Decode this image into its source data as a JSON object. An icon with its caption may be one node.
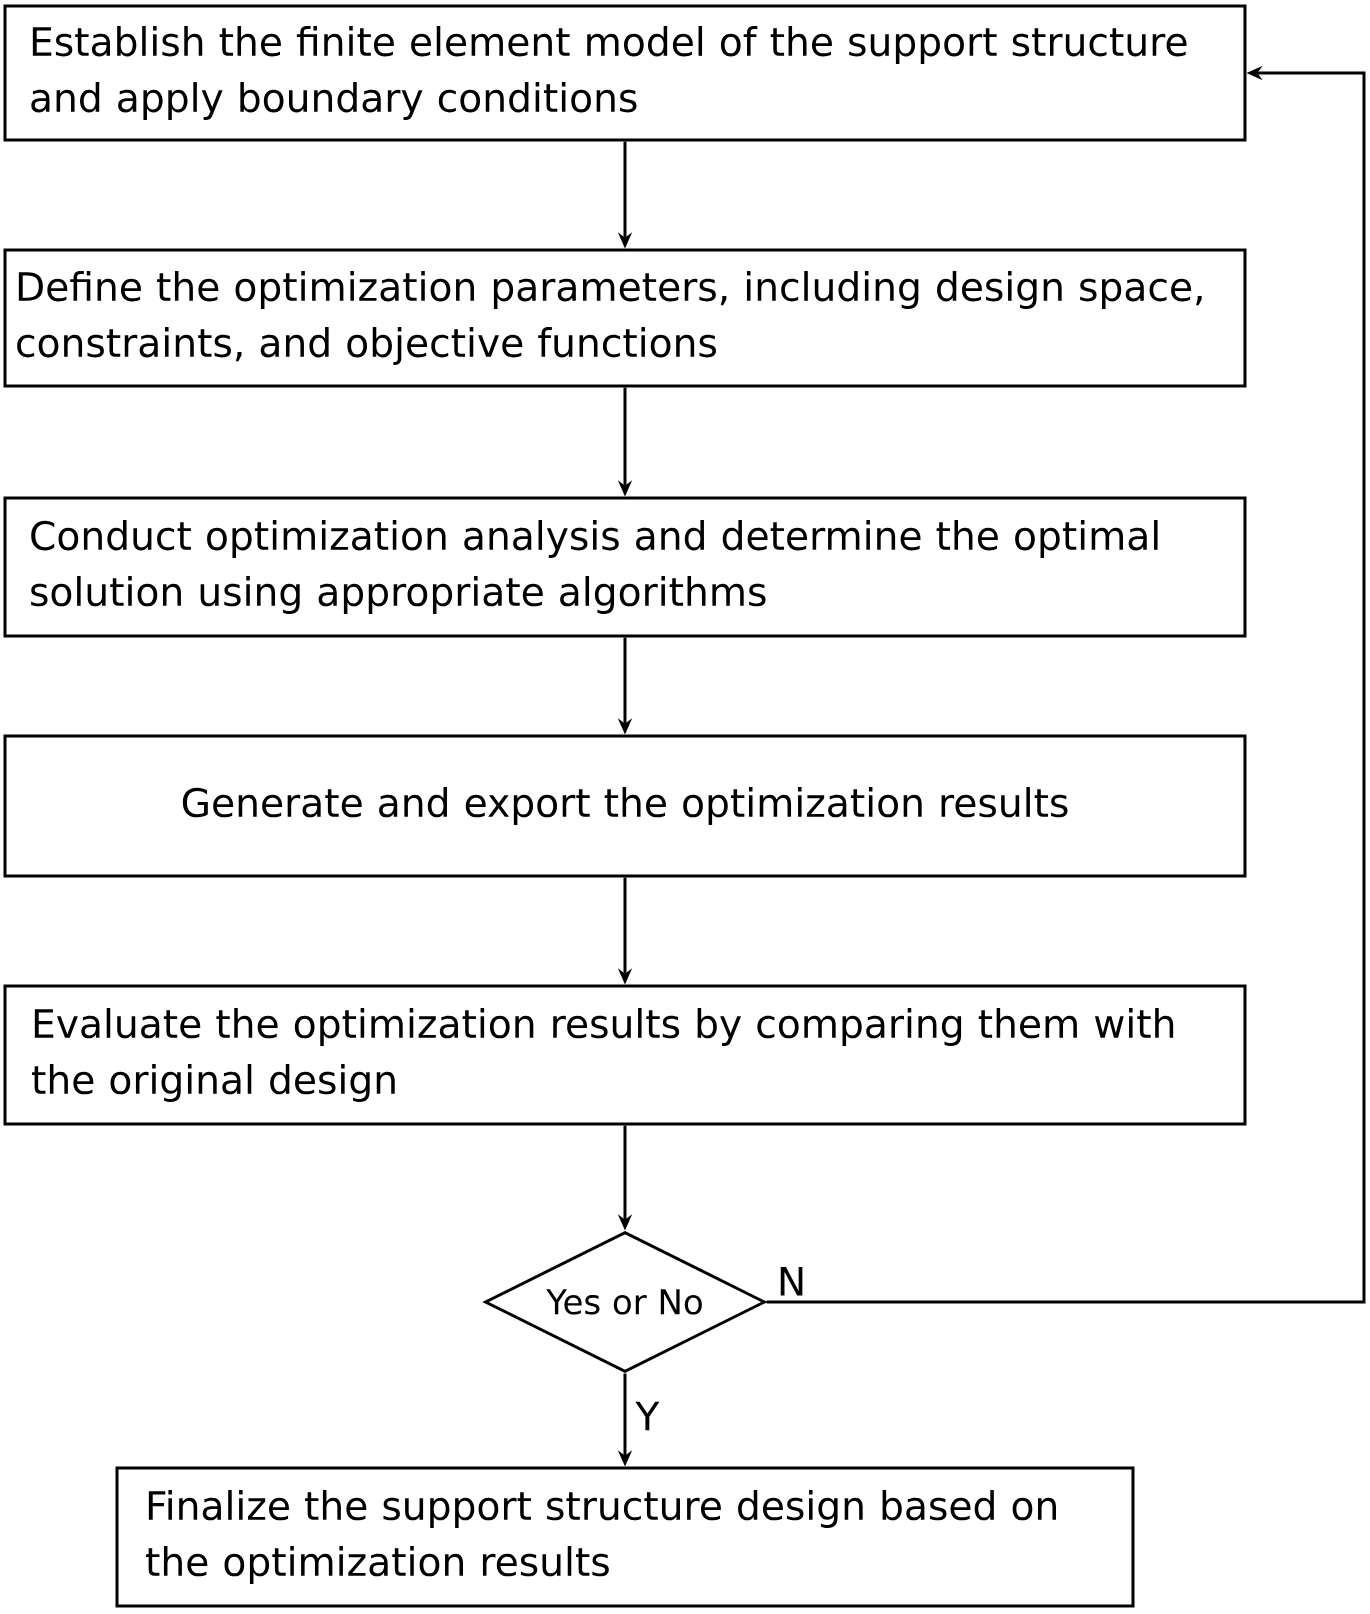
{
  "diagram": {
    "nodes": [
      {
        "text": [
          "Establish the finite element model of the support structure and apply boundary conditions"
        ]
      },
      {
        "text": [
          "Define the optimization parameters, including design space, constraints, and objective functions"
        ]
      },
      {
        "text": [
          "Conduct optimization analysis and determine the optimal solution using appropriate algorithms"
        ]
      },
      {
        "text": [
          "Generate and export the optimization results"
        ]
      },
      {
        "text": [
          "Evaluate the optimization results by comparing them with the original design"
        ]
      },
      {
        "text": [
          "Yes or No"
        ]
      },
      {
        "text": [
          "Finalize the support structure design based on the optimization results"
        ]
      }
    ],
    "edges": [
      {
        "from": 0,
        "to": 1,
        "arrow": "to"
      },
      {
        "from": 1,
        "to": 2,
        "arrow": "to"
      },
      {
        "from": 2,
        "to": 3,
        "arrow": "to"
      },
      {
        "from": 3,
        "to": 4,
        "arrow": "to"
      },
      {
        "from": 4,
        "to": 5,
        "arrow": "to"
      },
      {
        "from": 5,
        "to": 6,
        "arrow": "to",
        "label": "Y"
      },
      {
        "from": 5,
        "to": 0,
        "arrow": "to",
        "label": "N"
      }
    ]
  }
}
